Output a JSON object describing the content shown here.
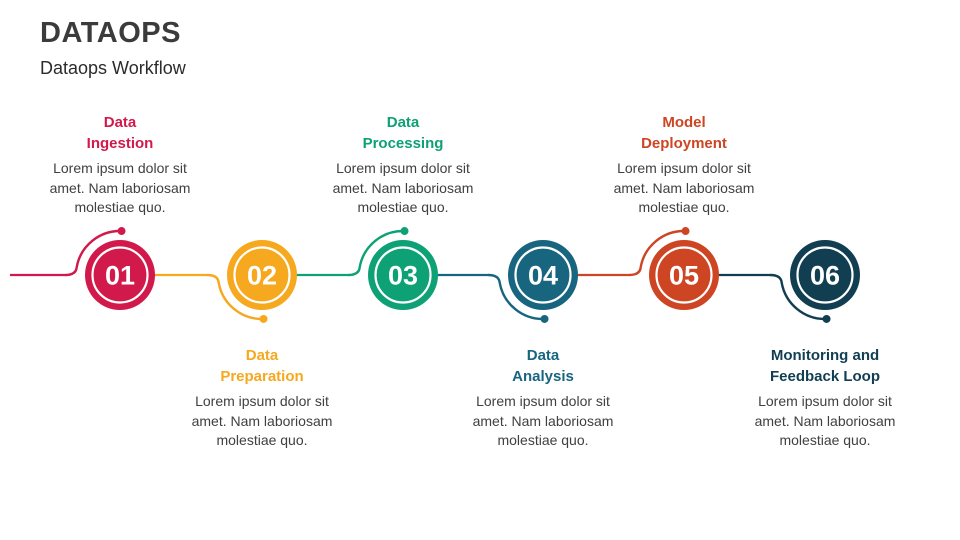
{
  "slide": {
    "title": "DATAOPS",
    "subtitle": "Dataops Workflow",
    "background_color": "#ffffff",
    "title_color": "#3b3b3b",
    "body_text_color": "#404040"
  },
  "steps": [
    {
      "number": "01",
      "title_lines": [
        "Data",
        "Ingestion"
      ],
      "body_lines": [
        "Lorem ipsum dolor sit",
        "amet. Nam laboriosam",
        "molestiae quo."
      ],
      "color": "#d2194b",
      "position": "top"
    },
    {
      "number": "02",
      "title_lines": [
        "Data",
        "Preparation"
      ],
      "body_lines": [
        "Lorem ipsum dolor sit",
        "amet. Nam laboriosam",
        "molestiae quo."
      ],
      "color": "#f6a81e",
      "position": "bottom"
    },
    {
      "number": "03",
      "title_lines": [
        "Data",
        "Processing"
      ],
      "body_lines": [
        "Lorem ipsum dolor sit",
        "amet. Nam laboriosam",
        "molestiae quo."
      ],
      "color": "#0da175",
      "position": "top"
    },
    {
      "number": "04",
      "title_lines": [
        "Data",
        "Analysis"
      ],
      "body_lines": [
        "Lorem ipsum dolor sit",
        "amet. Nam laboriosam",
        "molestiae quo."
      ],
      "color": "#186580",
      "position": "bottom"
    },
    {
      "number": "05",
      "title_lines": [
        "Model",
        "Deployment"
      ],
      "body_lines": [
        "Lorem ipsum dolor sit",
        "amet. Nam laboriosam",
        "molestiae quo."
      ],
      "color": "#cd4522",
      "position": "top"
    },
    {
      "number": "06",
      "title_lines": [
        "Monitoring and",
        "Feedback Loop"
      ],
      "body_lines": [
        "Lorem ipsum dolor sit",
        "amet. Nam laboriosam",
        "molestiae quo."
      ],
      "color": "#123e52",
      "position": "bottom"
    }
  ]
}
